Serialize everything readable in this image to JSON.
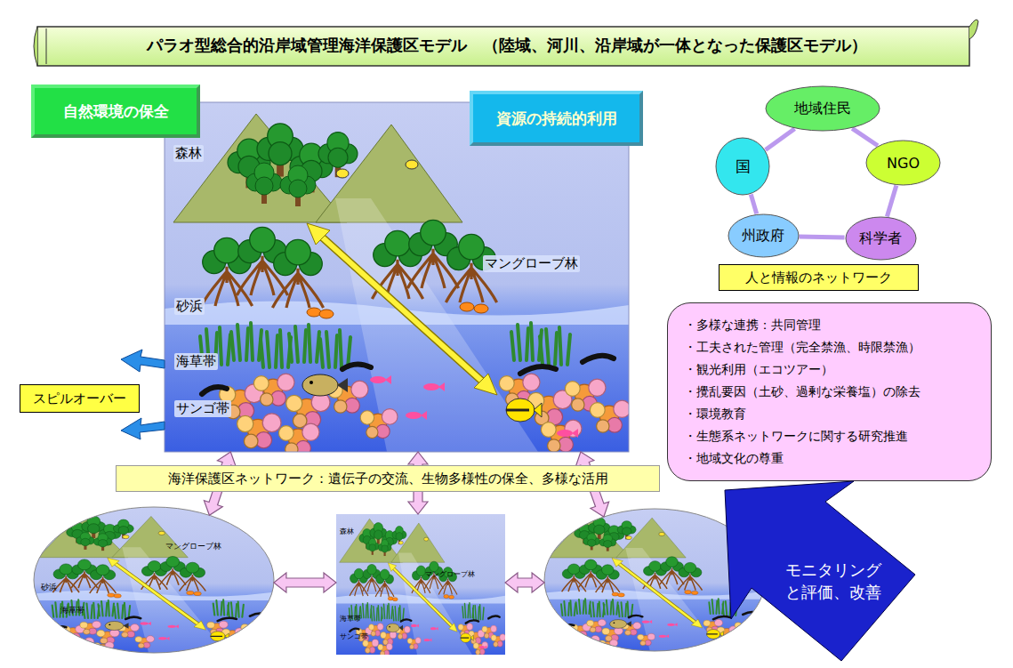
{
  "diagram": {
    "title": "パラオ型総合的沿岸域管理海洋保護区モデル　（陸域、河川、沿岸域が一体となった保護区モデル）",
    "nodes": [
      {
        "text": [
          "自然環境の保全"
        ]
      },
      {
        "text": [
          "資源の持続的利用"
        ]
      },
      {
        "text": [
          "森林",
          "マングローブ林",
          "砂浜",
          "海草帯",
          "サンゴ帯"
        ]
      },
      {
        "text": [
          "地域住民"
        ]
      },
      {
        "text": [
          "国"
        ]
      },
      {
        "text": [
          "NGO"
        ]
      },
      {
        "text": [
          "州政府"
        ]
      },
      {
        "text": [
          "科学者"
        ]
      },
      {
        "text": [
          "人と情報のネットワーク"
        ]
      },
      {
        "text": [
          "・多様な連携：共同管理",
          "・工夫された管理（完全禁漁、時限禁漁）",
          "・観光利用（エコツアー）",
          "・攪乱要因（土砂、過剰な栄養塩）の除去",
          "・環境教育",
          "・生態系ネットワークに関する研究推進",
          "・地域文化の尊重"
        ]
      },
      {
        "text": [
          "スピルオーバー"
        ]
      },
      {
        "text": [
          "海洋保護区ネットワーク：遺伝子の交流、生物多様性の保全、多様な活用"
        ]
      },
      {
        "text": [
          "マングローブ林",
          "砂浜",
          "海草帯"
        ]
      },
      {
        "text": [
          "森林",
          "マングローブ林",
          "海草帯",
          "サンゴ帯"
        ]
      },
      {
        "text": []
      },
      {
        "text": [
          "モニタリング と評価、改善"
        ]
      }
    ],
    "edges": [
      {
        "from": 2,
        "to": 12,
        "arrow": "both"
      },
      {
        "from": 2,
        "to": 13,
        "arrow": "both"
      },
      {
        "from": 2,
        "to": 14,
        "arrow": "both"
      },
      {
        "from": 12,
        "to": 13,
        "arrow": "both"
      },
      {
        "from": 13,
        "to": 14,
        "arrow": "both"
      },
      {
        "from": 3,
        "to": 5,
        "arrow": "none"
      },
      {
        "from": 5,
        "to": 7,
        "arrow": "none"
      },
      {
        "from": 7,
        "to": 6,
        "arrow": "none"
      },
      {
        "from": 6,
        "to": 4,
        "arrow": "none"
      },
      {
        "from": 4,
        "to": 3,
        "arrow": "none"
      }
    ]
  }
}
